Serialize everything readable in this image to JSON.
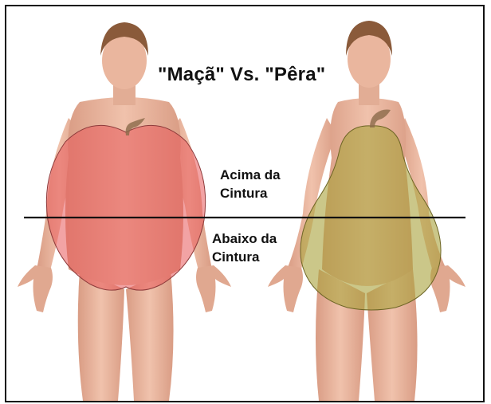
{
  "title": "\"Maçã\" Vs. \"Pêra\"",
  "labels": {
    "above_line1": "Acima da",
    "above_line2": "Cintura",
    "below_line1": "Abaixo da",
    "below_line2": "Cintura"
  },
  "colors": {
    "apple_overlay": "#e8585a",
    "pear_overlay": "#a9a23a",
    "skin": "#e9b49c",
    "hair": "#8a5a3a",
    "line": "#111111"
  }
}
